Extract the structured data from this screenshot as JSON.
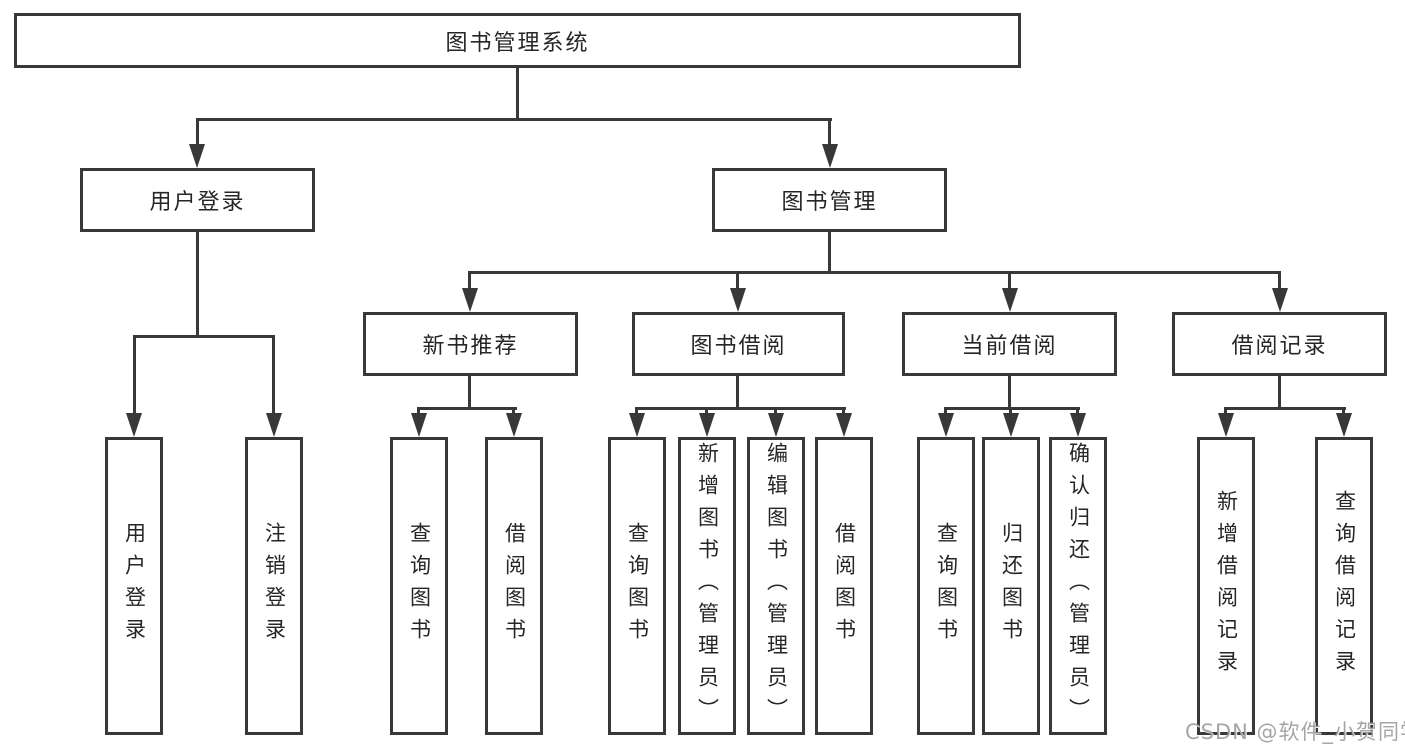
{
  "tree": {
    "root": {
      "label": "图书管理系统"
    },
    "branches": [
      {
        "label": "用户登录",
        "children": [
          {
            "label": "用户登录"
          },
          {
            "label": "注销登录"
          }
        ]
      },
      {
        "label": "图书管理",
        "children": [
          {
            "label": "新书推荐",
            "children": [
              {
                "label": "查询图书"
              },
              {
                "label": "借阅图书"
              }
            ]
          },
          {
            "label": "图书借阅",
            "children": [
              {
                "label": "查询图书"
              },
              {
                "label": "新增图书（管理员）"
              },
              {
                "label": "编辑图书（管理员）"
              },
              {
                "label": "借阅图书"
              }
            ]
          },
          {
            "label": "当前借阅",
            "children": [
              {
                "label": "查询图书"
              },
              {
                "label": "归还图书"
              },
              {
                "label": "确认归还（管理员）"
              }
            ]
          },
          {
            "label": "借阅记录",
            "children": [
              {
                "label": "新增借阅记录"
              },
              {
                "label": "查询借阅记录"
              }
            ]
          }
        ]
      }
    ]
  },
  "watermark": {
    "text": "CSDN @软件_小贺同学"
  },
  "colors": {
    "line": "#383838",
    "node_border": "#383838",
    "node_text": "#262626",
    "watermark_text": "#969696",
    "background": "#ffffff"
  }
}
